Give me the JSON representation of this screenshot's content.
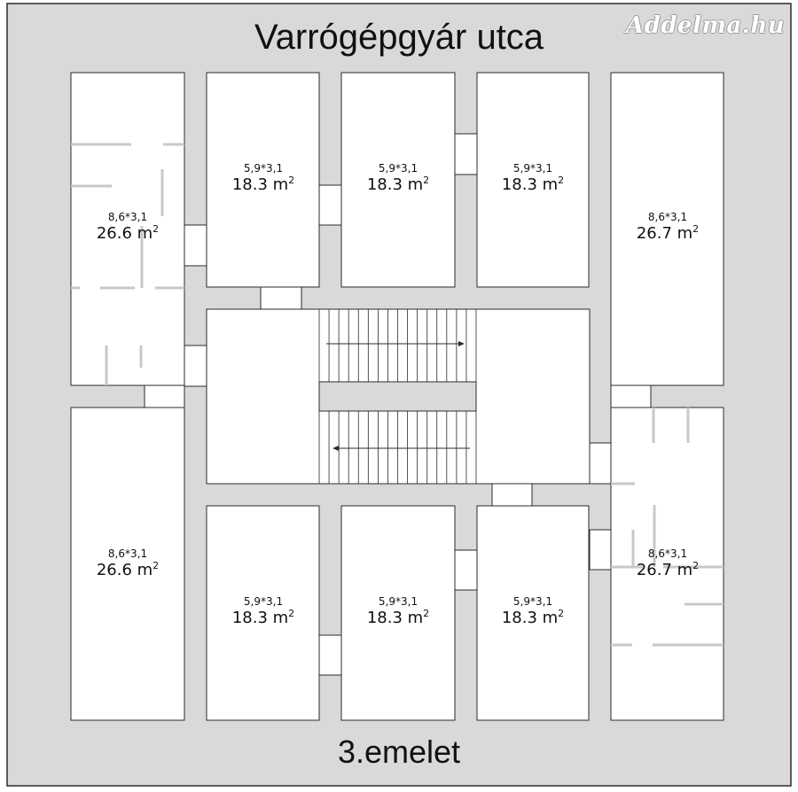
{
  "title": "Varrógépgyár utca",
  "floor_label": "3.emelet",
  "watermark": "Addelma.hu",
  "area_unit_base": "m",
  "area_unit_exp": "2",
  "rooms": [
    {
      "id": "nw",
      "dims": "8,6*3,1",
      "area": "26.6"
    },
    {
      "id": "n1",
      "dims": "5,9*3,1",
      "area": "18.3"
    },
    {
      "id": "n2",
      "dims": "5,9*3,1",
      "area": "18.3"
    },
    {
      "id": "n3",
      "dims": "5,9*3,1",
      "area": "18.3"
    },
    {
      "id": "ne",
      "dims": "8,6*3,1",
      "area": "26.7"
    },
    {
      "id": "sw",
      "dims": "8,6*3,1",
      "area": "26.6"
    },
    {
      "id": "s1",
      "dims": "5,9*3,1",
      "area": "18.3"
    },
    {
      "id": "s2",
      "dims": "5,9*3,1",
      "area": "18.3"
    },
    {
      "id": "s3",
      "dims": "5,9*3,1",
      "area": "18.3"
    },
    {
      "id": "se",
      "dims": "8,6*3,1",
      "area": "26.7"
    }
  ],
  "colors": {
    "corridor": "#d9d9d9",
    "room": "#ffffff",
    "outline": "#2b2b2b"
  }
}
